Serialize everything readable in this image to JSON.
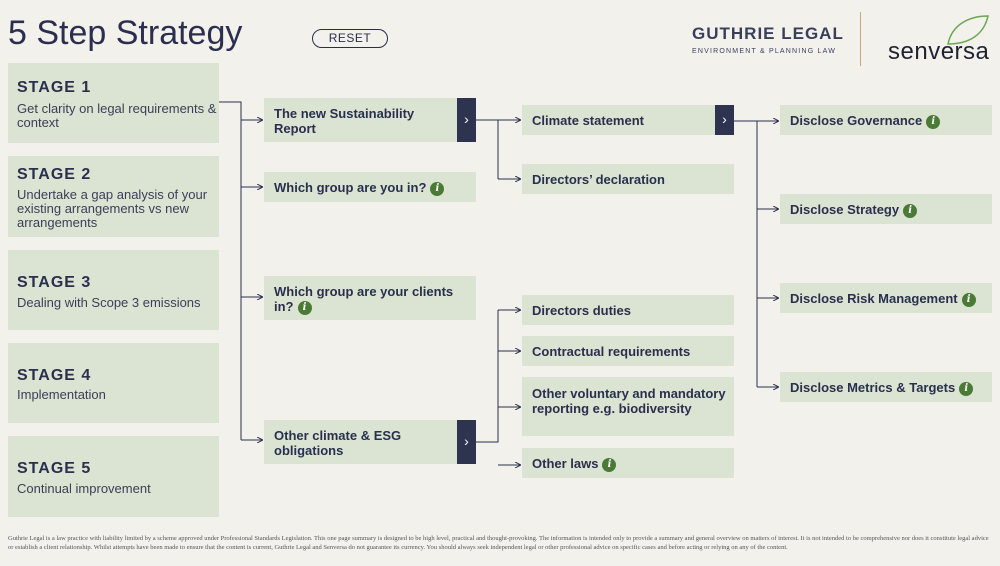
{
  "header": {
    "title": "5 Step Strategy",
    "reset_label": "RESET",
    "logo_guthrie_name": "GUTHRIE LEGAL",
    "logo_guthrie_sub": "ENVIRONMENT & PLANNING LAW",
    "logo_senversa": "senversa"
  },
  "stages": [
    {
      "title": "STAGE 1",
      "desc": "Get clarity on legal requirements & context"
    },
    {
      "title": "STAGE 2",
      "desc": "Undertake a gap analysis of your existing arrangements vs new arrangements"
    },
    {
      "title": "STAGE 3",
      "desc": "Dealing with Scope 3 emissions"
    },
    {
      "title": "STAGE 4",
      "desc": "Implementation"
    },
    {
      "title": "STAGE 5",
      "desc": "Continual improvement"
    }
  ],
  "col2": {
    "sustainability_report": "The new Sustainability Report",
    "which_group": "Which group are you in?",
    "which_group_clients": "Which group are your clients in?",
    "other_obligations": "Other climate & ESG obligations"
  },
  "col3": {
    "climate_statement": "Climate statement",
    "directors_declaration": "Directors’ declaration",
    "directors_duties": "Directors duties",
    "contractual": "Contractual requirements",
    "other_voluntary": "Other voluntary and mandatory reporting e.g. biodiversity",
    "other_laws": "Other laws"
  },
  "col4": {
    "governance": "Disclose Governance",
    "strategy": "Disclose Strategy",
    "risk": "Disclose Risk Management",
    "metrics": "Disclose Metrics & Targets"
  },
  "icons": {
    "info": "i",
    "chevron": "›"
  },
  "colors": {
    "box": "#dbe4d3",
    "navy": "#2e3350",
    "info": "#4a7a35",
    "background": "#f2f1ec"
  },
  "footer": "Guthrie Legal is a law practice with liability limited by a scheme approved under Professional Standards Legislation. This one page summary is designed to be high level, practical and thought-provoking. The information is intended only to provide a summary and general overview on matters of interest. It is not intended to be comprehensive nor does it constitute legal advice or establish a client relationship. Whilst attempts have been made to ensure that the content is current, Guthrie Legal and Senversa do not guarantee its currency. You should always seek independent legal or other professional advice on specific cases and before acting or relying on any of the content."
}
